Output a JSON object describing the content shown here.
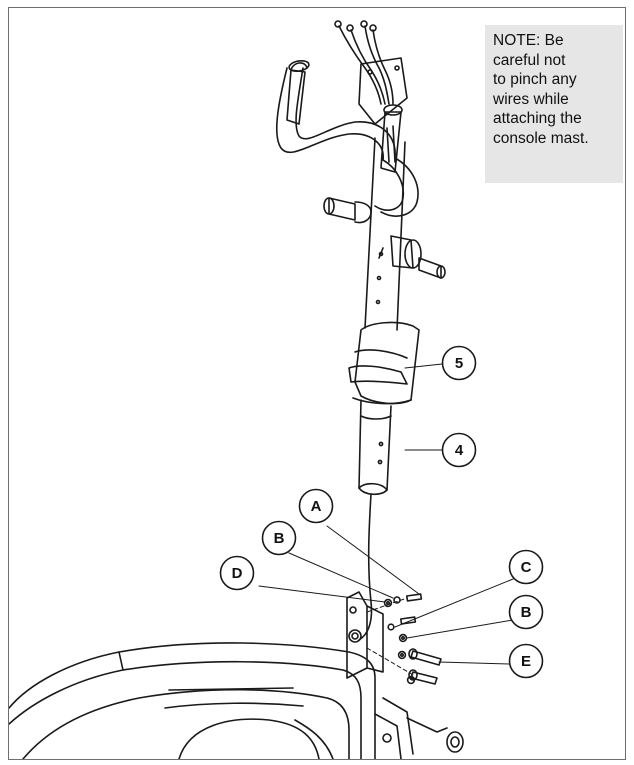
{
  "note": {
    "lines": [
      "NOTE: Be",
      "careful not",
      "to pinch any",
      "wires while",
      "attaching the",
      "console mast."
    ]
  },
  "callouts": [
    {
      "id": "5",
      "label": "5"
    },
    {
      "id": "4",
      "label": "4"
    },
    {
      "id": "A",
      "label": "A"
    },
    {
      "id": "B1",
      "label": "B"
    },
    {
      "id": "D",
      "label": "D"
    },
    {
      "id": "C",
      "label": "C"
    },
    {
      "id": "B2",
      "label": "B"
    },
    {
      "id": "E",
      "label": "E"
    }
  ],
  "colors": {
    "line": "#1a1a1a",
    "note_background": "#e6e6e6",
    "frame_border": "#6e6e6e"
  }
}
